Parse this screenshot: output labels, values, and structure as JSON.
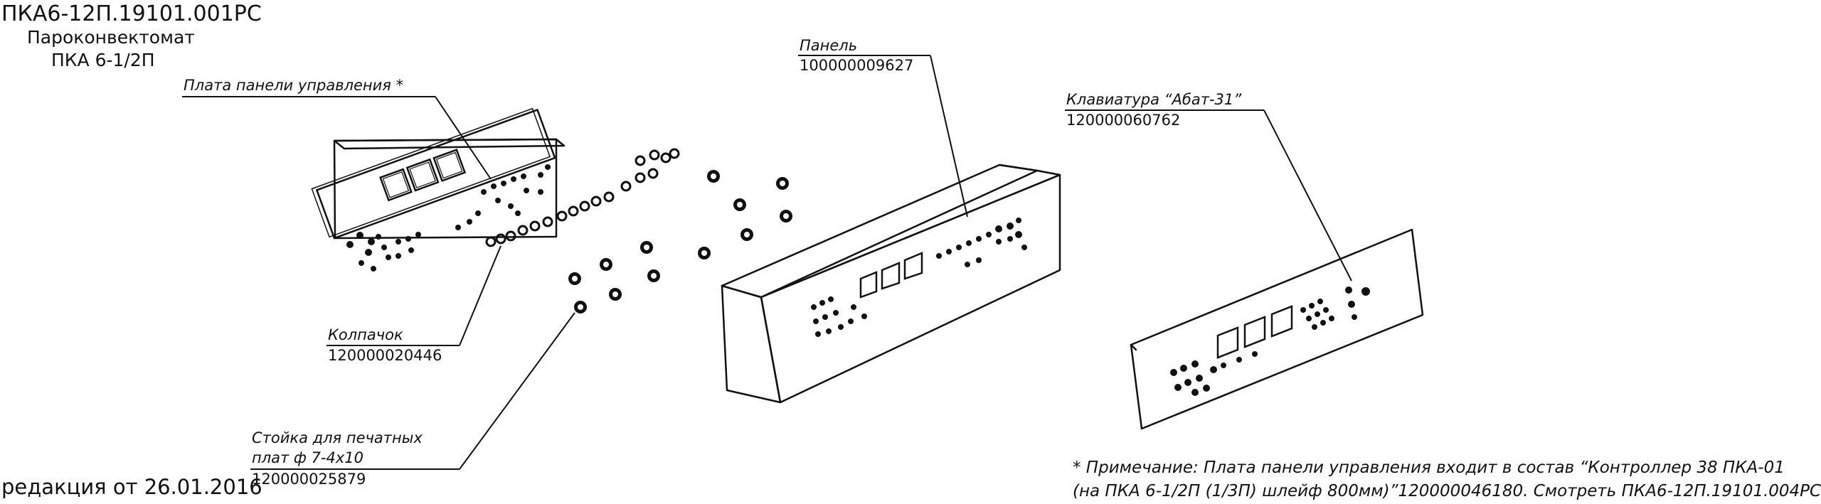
{
  "document": {
    "code": "ПКА6-12П.19101.001РС",
    "product_name": "Пароконвектомат",
    "product_model": "ПКА 6-1/2П",
    "revision": "редакция от 26.01.2016"
  },
  "callouts": {
    "control_board": {
      "name": "Плата панели управления *",
      "code": ""
    },
    "panel": {
      "name": "Панель",
      "code": "100000009627"
    },
    "keyboard": {
      "name": "Клавиатура “Абат-31”",
      "code": "120000060762"
    },
    "cap": {
      "name": "Колпачок",
      "code": "120000020446"
    },
    "standoff": {
      "name_line1": "Стойка для печатных",
      "name_line2": "плат ф 7-4х10",
      "code": "120000025879"
    }
  },
  "note": {
    "line1": "* Примечание: Плата панели управления входит в состав “Контроллер 38 ПКА-01",
    "line2": "(на ПКА 6-1/2П (1/3П) шлейф 800мм)”120000046180. Смотреть ПКА6-12П.19101.004РС"
  }
}
